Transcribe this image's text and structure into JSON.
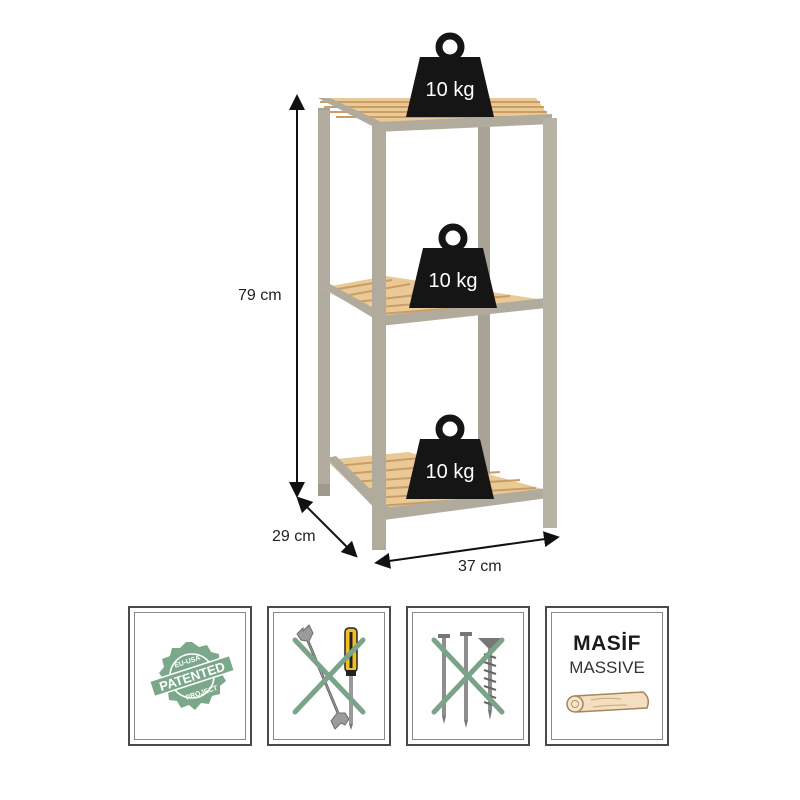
{
  "dimensions": {
    "height": "79 cm",
    "depth": "29 cm",
    "width": "37 cm"
  },
  "weights": [
    "10 kg",
    "10 kg",
    "10 kg"
  ],
  "patent_badge": {
    "top_text": "EU-USA",
    "main_text": "PATENTED",
    "bottom_text": "PROJECT"
  },
  "massive_badge": {
    "title": "MASİF",
    "subtitle": "MASSIVE"
  },
  "colors": {
    "frame": "#b1ab9e",
    "slat": "#e9c996",
    "weight": "#151515",
    "badge_green": "#7ba88a",
    "cross": "#7aa389"
  }
}
